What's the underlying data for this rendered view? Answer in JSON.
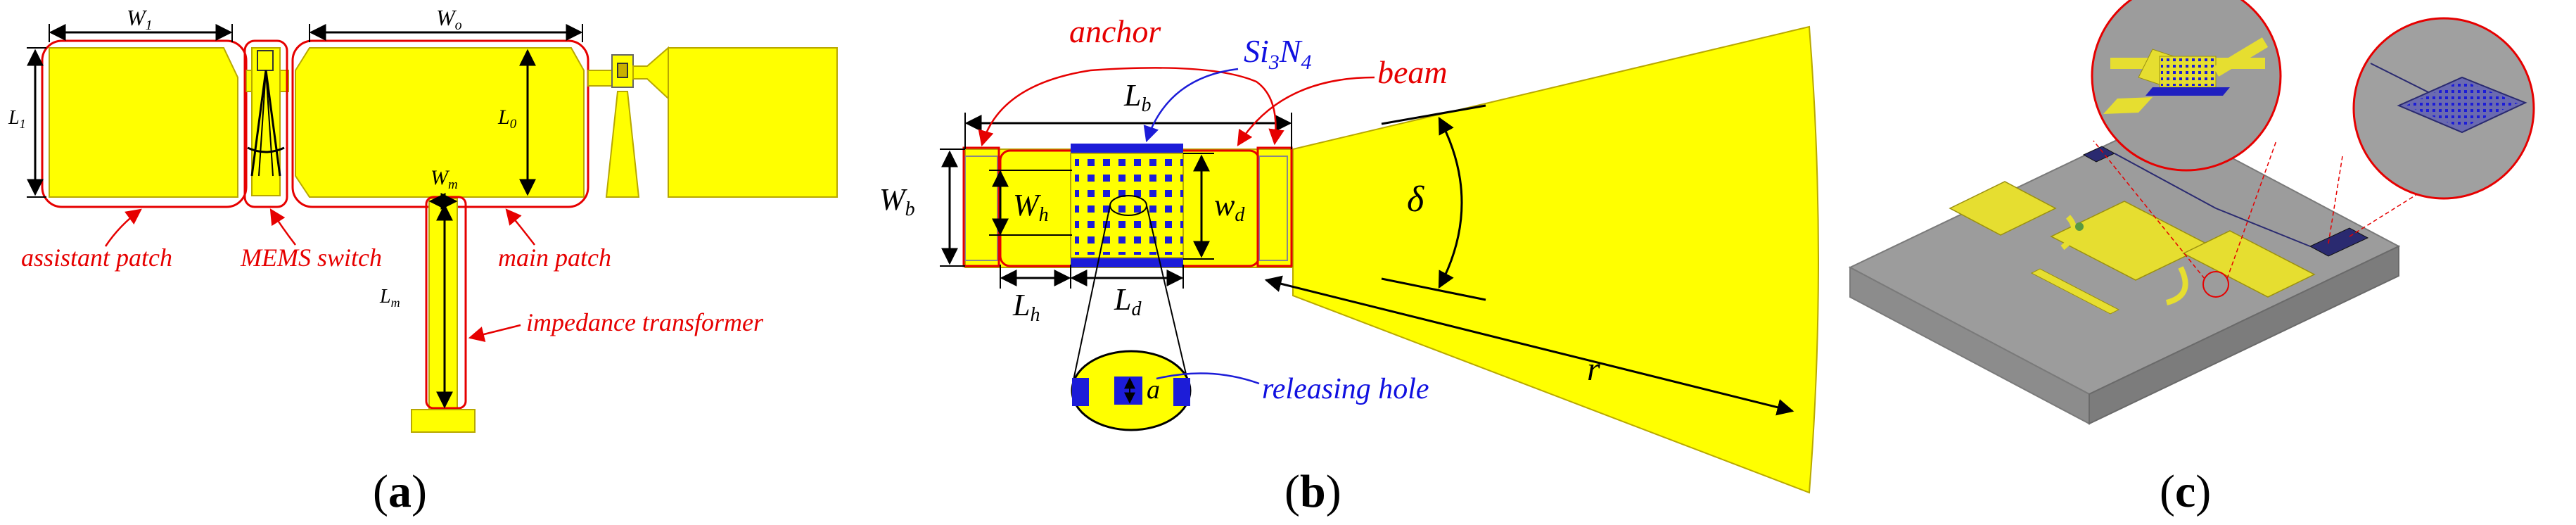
{
  "colors": {
    "metal": "#ffff00",
    "metal_stroke": "#b8a800",
    "highlight": "#e60000",
    "dielectric": "#1c1cd8",
    "substrate_top": "#9c9c9c",
    "substrate_side": "#8a8a8a"
  },
  "panel_a": {
    "caption": "(a)",
    "dims": {
      "W1": "W",
      "W1_sub": "1",
      "Wo": "W",
      "Wo_sub": "o",
      "L1": "L",
      "L1_sub": "1",
      "L0": "L",
      "L0_sub": "0",
      "Wm": "W",
      "Wm_sub": "m",
      "Lm": "L",
      "Lm_sub": "m"
    },
    "labels": {
      "assistant_patch": "assistant patch",
      "mems_switch": "MEMS switch",
      "main_patch": "main patch",
      "impedance_transformer": "impedance transformer"
    }
  },
  "panel_b": {
    "caption": "(b)",
    "labels": {
      "anchor": "anchor",
      "si3n4_main": "Si",
      "si3n4_sub1": "3",
      "si3n4_n": "N",
      "si3n4_sub2": "4",
      "beam": "beam",
      "releasing_hole": "releasing hole"
    },
    "dims": {
      "Lb": "L",
      "Lb_sub": "b",
      "Wb": "W",
      "Wb_sub": "b",
      "Wh": "W",
      "Wh_sub": "h",
      "wd": "w",
      "wd_sub": "d",
      "Lh": "L",
      "Lh_sub": "h",
      "Ld": "L",
      "Ld_sub": "d",
      "a": "a",
      "delta": "δ",
      "r": "r"
    }
  },
  "panel_c": {
    "caption": "(c)"
  }
}
